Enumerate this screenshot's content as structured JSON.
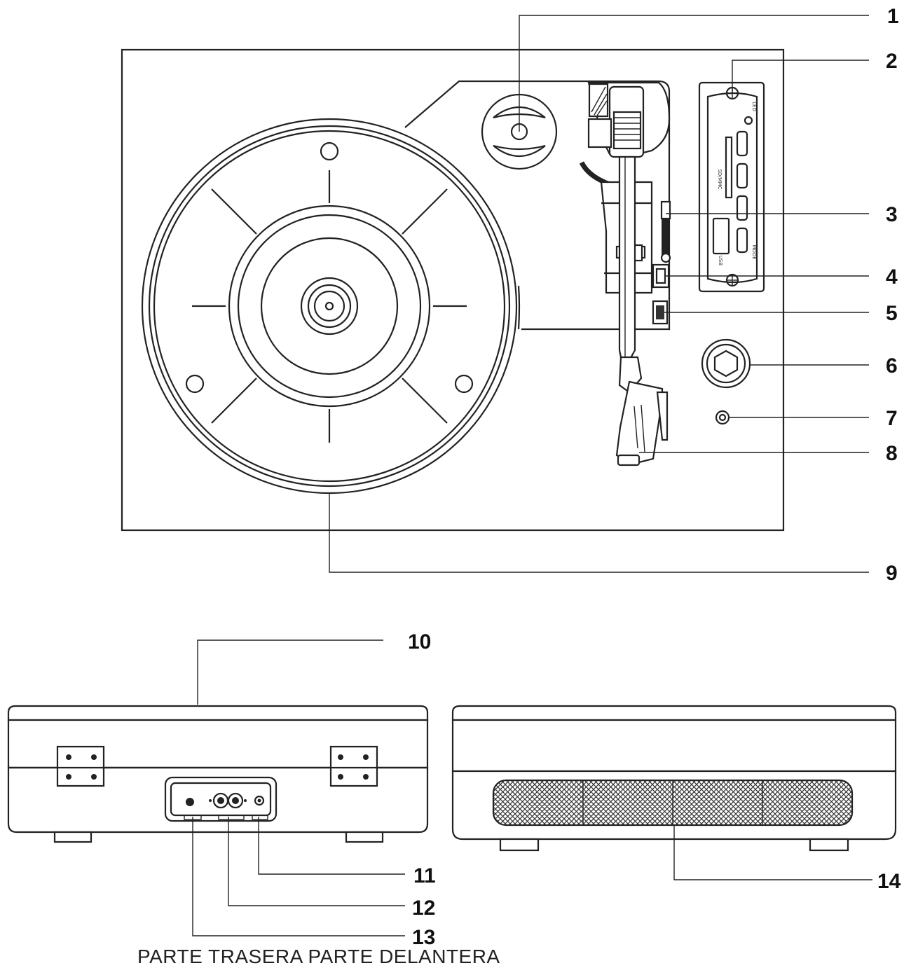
{
  "callouts": [
    {
      "id": "1",
      "label": "1"
    },
    {
      "id": "2",
      "label": "2"
    },
    {
      "id": "3",
      "label": "3"
    },
    {
      "id": "4",
      "label": "4"
    },
    {
      "id": "5",
      "label": "5"
    },
    {
      "id": "6",
      "label": "6"
    },
    {
      "id": "7",
      "label": "7"
    },
    {
      "id": "8",
      "label": "8"
    },
    {
      "id": "9",
      "label": "9"
    },
    {
      "id": "10",
      "label": "10"
    },
    {
      "id": "11",
      "label": "11"
    },
    {
      "id": "12",
      "label": "12"
    },
    {
      "id": "13",
      "label": "13"
    },
    {
      "id": "14",
      "label": "14"
    }
  ],
  "panel_labels": {
    "sd_mmc": "SD/MMC",
    "usb": "USB",
    "mode": "MODE",
    "led": "LED"
  },
  "caption": "PARTE TRASERA PARTE DELANTERA"
}
